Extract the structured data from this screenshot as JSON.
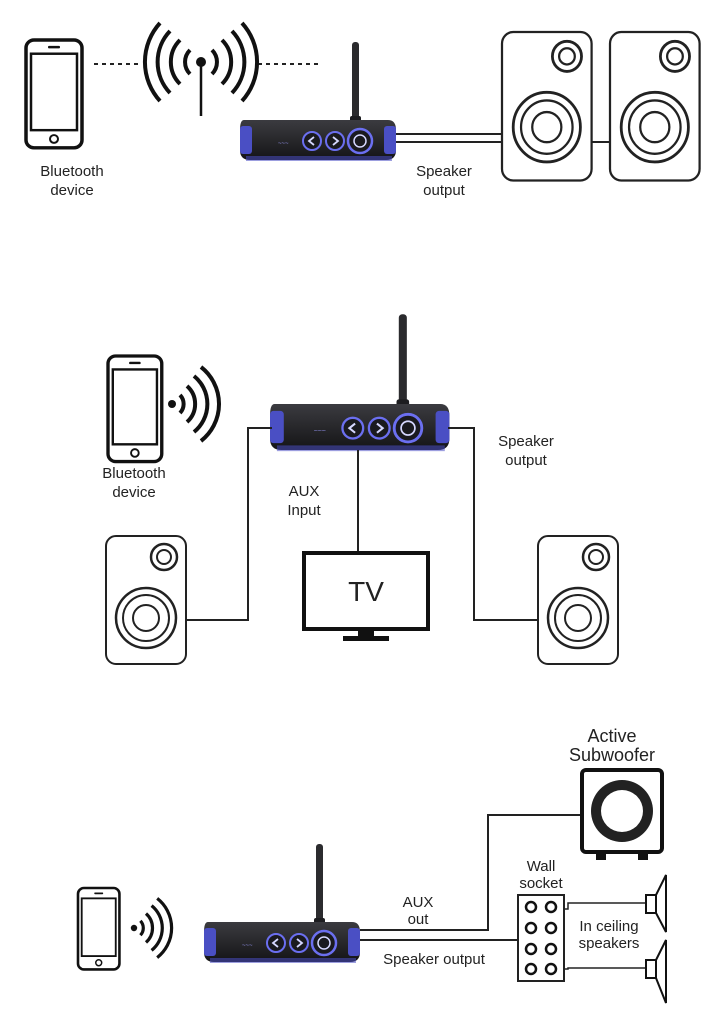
{
  "diagram1": {
    "device_label": [
      "Bluetooth",
      "device"
    ],
    "output_label": [
      "Speaker",
      "output"
    ]
  },
  "diagram2": {
    "device_label": [
      "Bluetooth",
      "device"
    ],
    "aux_label": [
      "AUX",
      "Input"
    ],
    "tv_label": "TV",
    "output_label": [
      "Speaker",
      "output"
    ]
  },
  "diagram3": {
    "subwoofer_label": [
      "Active",
      "Subwoofer"
    ],
    "wall_socket_label": [
      "Wall",
      "socket"
    ],
    "aux_label": [
      "AUX",
      "out"
    ],
    "ceiling_label": [
      "In ceiling",
      "speakers"
    ],
    "output_label": "Speaker output"
  },
  "colors": {
    "line": "#222222",
    "device_body": "#2a2a2e",
    "device_accent": "#4a4fc4",
    "button_glow": "#6b6ff0"
  }
}
